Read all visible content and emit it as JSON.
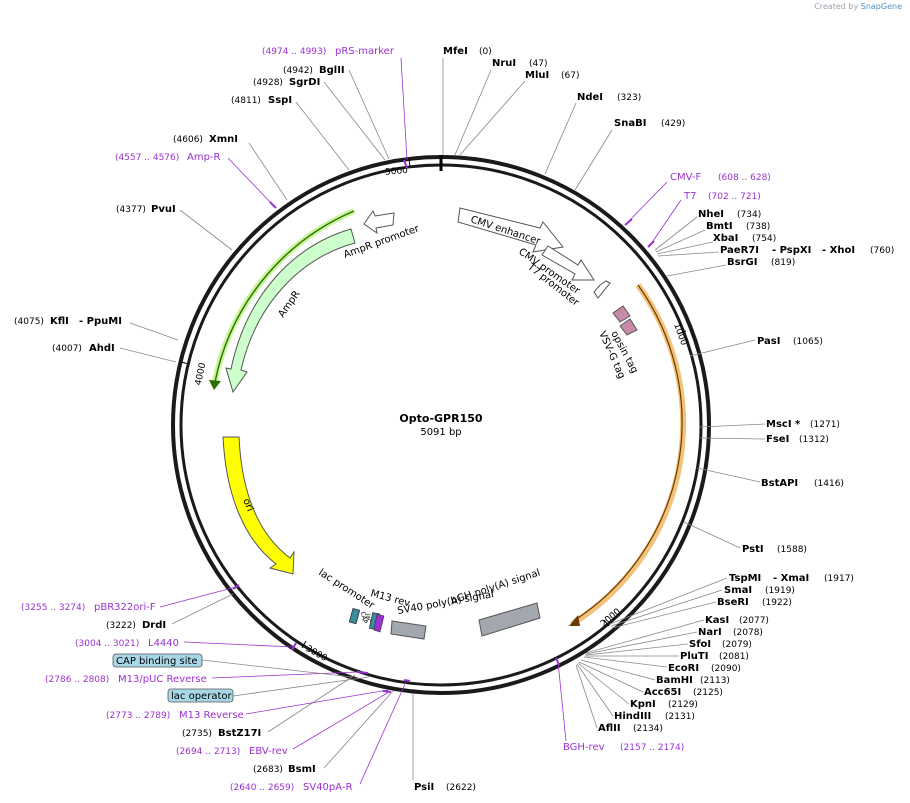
{
  "watermark": {
    "prefix": "Created by",
    "brand": "SnapGene"
  },
  "plasmid": {
    "name": "Opto-GPR150",
    "size": "5091 bp"
  },
  "ring_ticks": [
    {
      "label": "1000"
    },
    {
      "label": "2000"
    },
    {
      "label": "3000"
    },
    {
      "label": "4000"
    },
    {
      "label": "5000"
    }
  ],
  "features": [
    {
      "name": "CMV enhancer"
    },
    {
      "name": "CMV promoter"
    },
    {
      "name": "T7 promoter"
    },
    {
      "name": "opsin tag"
    },
    {
      "name": "VSV-G tag"
    },
    {
      "name": "bGH poly(A) signal"
    },
    {
      "name": "SV40 poly(A) signal"
    },
    {
      "name": "M13 rev"
    },
    {
      "name": "lac promoter"
    },
    {
      "name": "ori"
    },
    {
      "name": "AmpR"
    },
    {
      "name": "AmpR promoter"
    }
  ],
  "lac_small_labels": [
    "CAP",
    "lac"
  ],
  "boxed_labels": [
    {
      "text": "CAP binding site"
    },
    {
      "text": "lac operator"
    }
  ],
  "sites": [
    {
      "name": "MfeI",
      "pos": "(0)"
    },
    {
      "name": "NruI",
      "pos": "(47)"
    },
    {
      "name": "MluI",
      "pos": "(67)"
    },
    {
      "name": "NdeI",
      "pos": "(323)"
    },
    {
      "name": "SnaBI",
      "pos": "(429)"
    },
    {
      "name": "NheI",
      "pos": "(734)"
    },
    {
      "name": "BmtI",
      "pos": "(738)"
    },
    {
      "name": "XbaI",
      "pos": "(754)"
    },
    {
      "name": "PaeR7I",
      "name2": "- PspXI",
      "name3": "- XhoI",
      "pos": "(760)"
    },
    {
      "name": "BsrGI",
      "pos": "(819)"
    },
    {
      "name": "PasI",
      "pos": "(1065)"
    },
    {
      "name": "MscI *",
      "pos": "(1271)"
    },
    {
      "name": "FseI",
      "pos": "(1312)"
    },
    {
      "name": "BstAPI",
      "pos": "(1416)"
    },
    {
      "name": "PstI",
      "pos": "(1588)"
    },
    {
      "name": "TspMI",
      "name2": "- XmaI",
      "pos": "(1917)"
    },
    {
      "name": "SmaI",
      "pos": "(1919)"
    },
    {
      "name": "BseRI",
      "pos": "(1922)"
    },
    {
      "name": "KasI",
      "pos": "(2077)"
    },
    {
      "name": "NarI",
      "pos": "(2078)"
    },
    {
      "name": "SfoI",
      "pos": "(2079)"
    },
    {
      "name": "PluTI",
      "pos": "(2081)"
    },
    {
      "name": "EcoRI",
      "pos": "(2090)"
    },
    {
      "name": "BamHI",
      "pos": "(2113)"
    },
    {
      "name": "Acc65I",
      "pos": "(2125)"
    },
    {
      "name": "KpnI",
      "pos": "(2129)"
    },
    {
      "name": "HindIII",
      "pos": "(2131)"
    },
    {
      "name": "AflII",
      "pos": "(2134)"
    },
    {
      "name": "PsiI",
      "pos": "(2622)"
    },
    {
      "name": "BsmI",
      "pos": "(2683)"
    },
    {
      "name": "BstZ17I",
      "pos": "(2735)"
    },
    {
      "name": "DrdI",
      "pos": "(3222)"
    },
    {
      "name": "AhdI",
      "pos": "(4007)"
    },
    {
      "name": "KflI",
      "name2": "- PpuMI",
      "pos": "(4075)"
    },
    {
      "name": "PvuI",
      "pos": "(4377)"
    },
    {
      "name": "XmnI",
      "pos": "(4606)"
    },
    {
      "name": "SspI",
      "pos": "(4811)"
    },
    {
      "name": "SgrDI",
      "pos": "(4928)"
    },
    {
      "name": "BglII",
      "pos": "(4942)"
    }
  ],
  "primers": [
    {
      "name": "pRS-marker",
      "range": "(4974 .. 4993)"
    },
    {
      "name": "Amp-R",
      "range": "(4557 .. 4576)"
    },
    {
      "name": "CMV-F",
      "range": "(608 .. 628)"
    },
    {
      "name": "T7",
      "range": "(702 .. 721)"
    },
    {
      "name": "BGH-rev",
      "range": "(2157 .. 2174)"
    },
    {
      "name": "pBR322ori-F",
      "range": "(3255 .. 3274)"
    },
    {
      "name": "L4440",
      "range": "(3004 .. 3021)"
    },
    {
      "name": "M13/pUC Reverse",
      "range": "(2786 .. 2808)"
    },
    {
      "name": "M13 Reverse",
      "range": "(2773 .. 2789)"
    },
    {
      "name": "EBV-rev",
      "range": "(2694 .. 2713)"
    },
    {
      "name": "SV40pA-R",
      "range": "(2640 .. 2659)"
    }
  ],
  "colors": {
    "primer": "#9b30d0",
    "ampr_fill": "#ccffcc",
    "ori_fill": "#ffff00",
    "polya_fill": "#a2a8ad",
    "promoter_fill": "#ffffff",
    "cap_box": "#a8d8e8",
    "tag_fill": "#c88aa8",
    "orf_line": "#2a6e00",
    "insert_line": "#d9a030"
  }
}
